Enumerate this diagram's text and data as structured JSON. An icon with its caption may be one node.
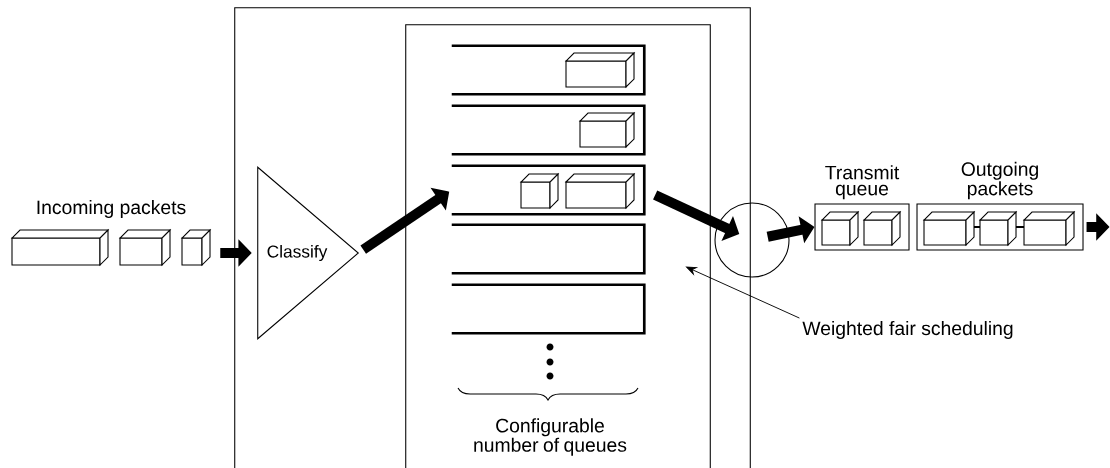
{
  "diagram": {
    "nodes": [
      {
        "text": [
          "Incoming packets"
        ]
      },
      {
        "text": [
          "Classify"
        ],
        "in": 2
      },
      {
        "text": [],
        "shape": "box"
      },
      {
        "text": [],
        "shape": "box",
        "in": 2
      },
      {
        "text": [],
        "shape": "box",
        "in": 3
      },
      {
        "text": [],
        "shape": "box",
        "in": 3
      },
      {
        "text": [],
        "shape": "box",
        "in": 3
      },
      {
        "text": [],
        "shape": "box",
        "in": 3
      },
      {
        "text": [],
        "shape": "box",
        "in": 3
      },
      {
        "text": [],
        "shape": "circle"
      },
      {
        "text": [
          "Transmit queue"
        ]
      },
      {
        "text": [
          "Outgoing packets"
        ]
      },
      {
        "text": [
          "Weighted fair scheduling"
        ]
      }
    ],
    "edges": [
      {
        "from": 0,
        "to": 1,
        "arrow": "to"
      },
      {
        "from": 1,
        "to": 6,
        "arrow": "to"
      },
      {
        "from": 6,
        "to": 9,
        "arrow": "to"
      },
      {
        "from": 9,
        "to": 10,
        "arrow": "to"
      },
      {
        "from": 11,
        "to": null,
        "arrow": "to"
      },
      {
        "from": 12,
        "to": 3,
        "arrow": "to"
      }
    ],
    "labels": [
      "Configurable number of queues"
    ]
  }
}
